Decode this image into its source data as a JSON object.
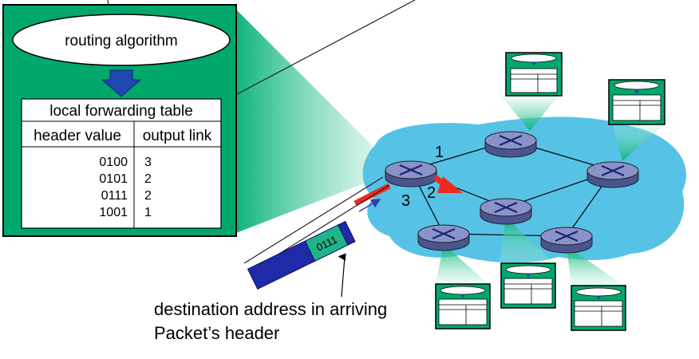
{
  "router_box": {
    "algorithm_label": "routing algorithm",
    "table_title": "local forwarding table",
    "col_header_value": "header value",
    "col_output_link": "output link",
    "rows": [
      {
        "header_value": "0100",
        "output_link": "3"
      },
      {
        "header_value": "0101",
        "output_link": "2"
      },
      {
        "header_value": "0111",
        "output_link": "2"
      },
      {
        "header_value": "1001",
        "output_link": "1"
      }
    ]
  },
  "links": {
    "link1": "1",
    "link2": "2",
    "link3": "3"
  },
  "packet": {
    "header_bits": "0111"
  },
  "caption": {
    "line1": "destination address in arriving",
    "line2": "Packet’s header"
  },
  "colors": {
    "router_box_fill": "#00a86b",
    "network_cloud": "#56c3e6",
    "router_body": "#6a76b6",
    "highlight_arrow": "#ee2a1f",
    "packet_body": "#1f2aa6",
    "packet_header": "#1fb489",
    "down_arrow": "#2046b0"
  }
}
